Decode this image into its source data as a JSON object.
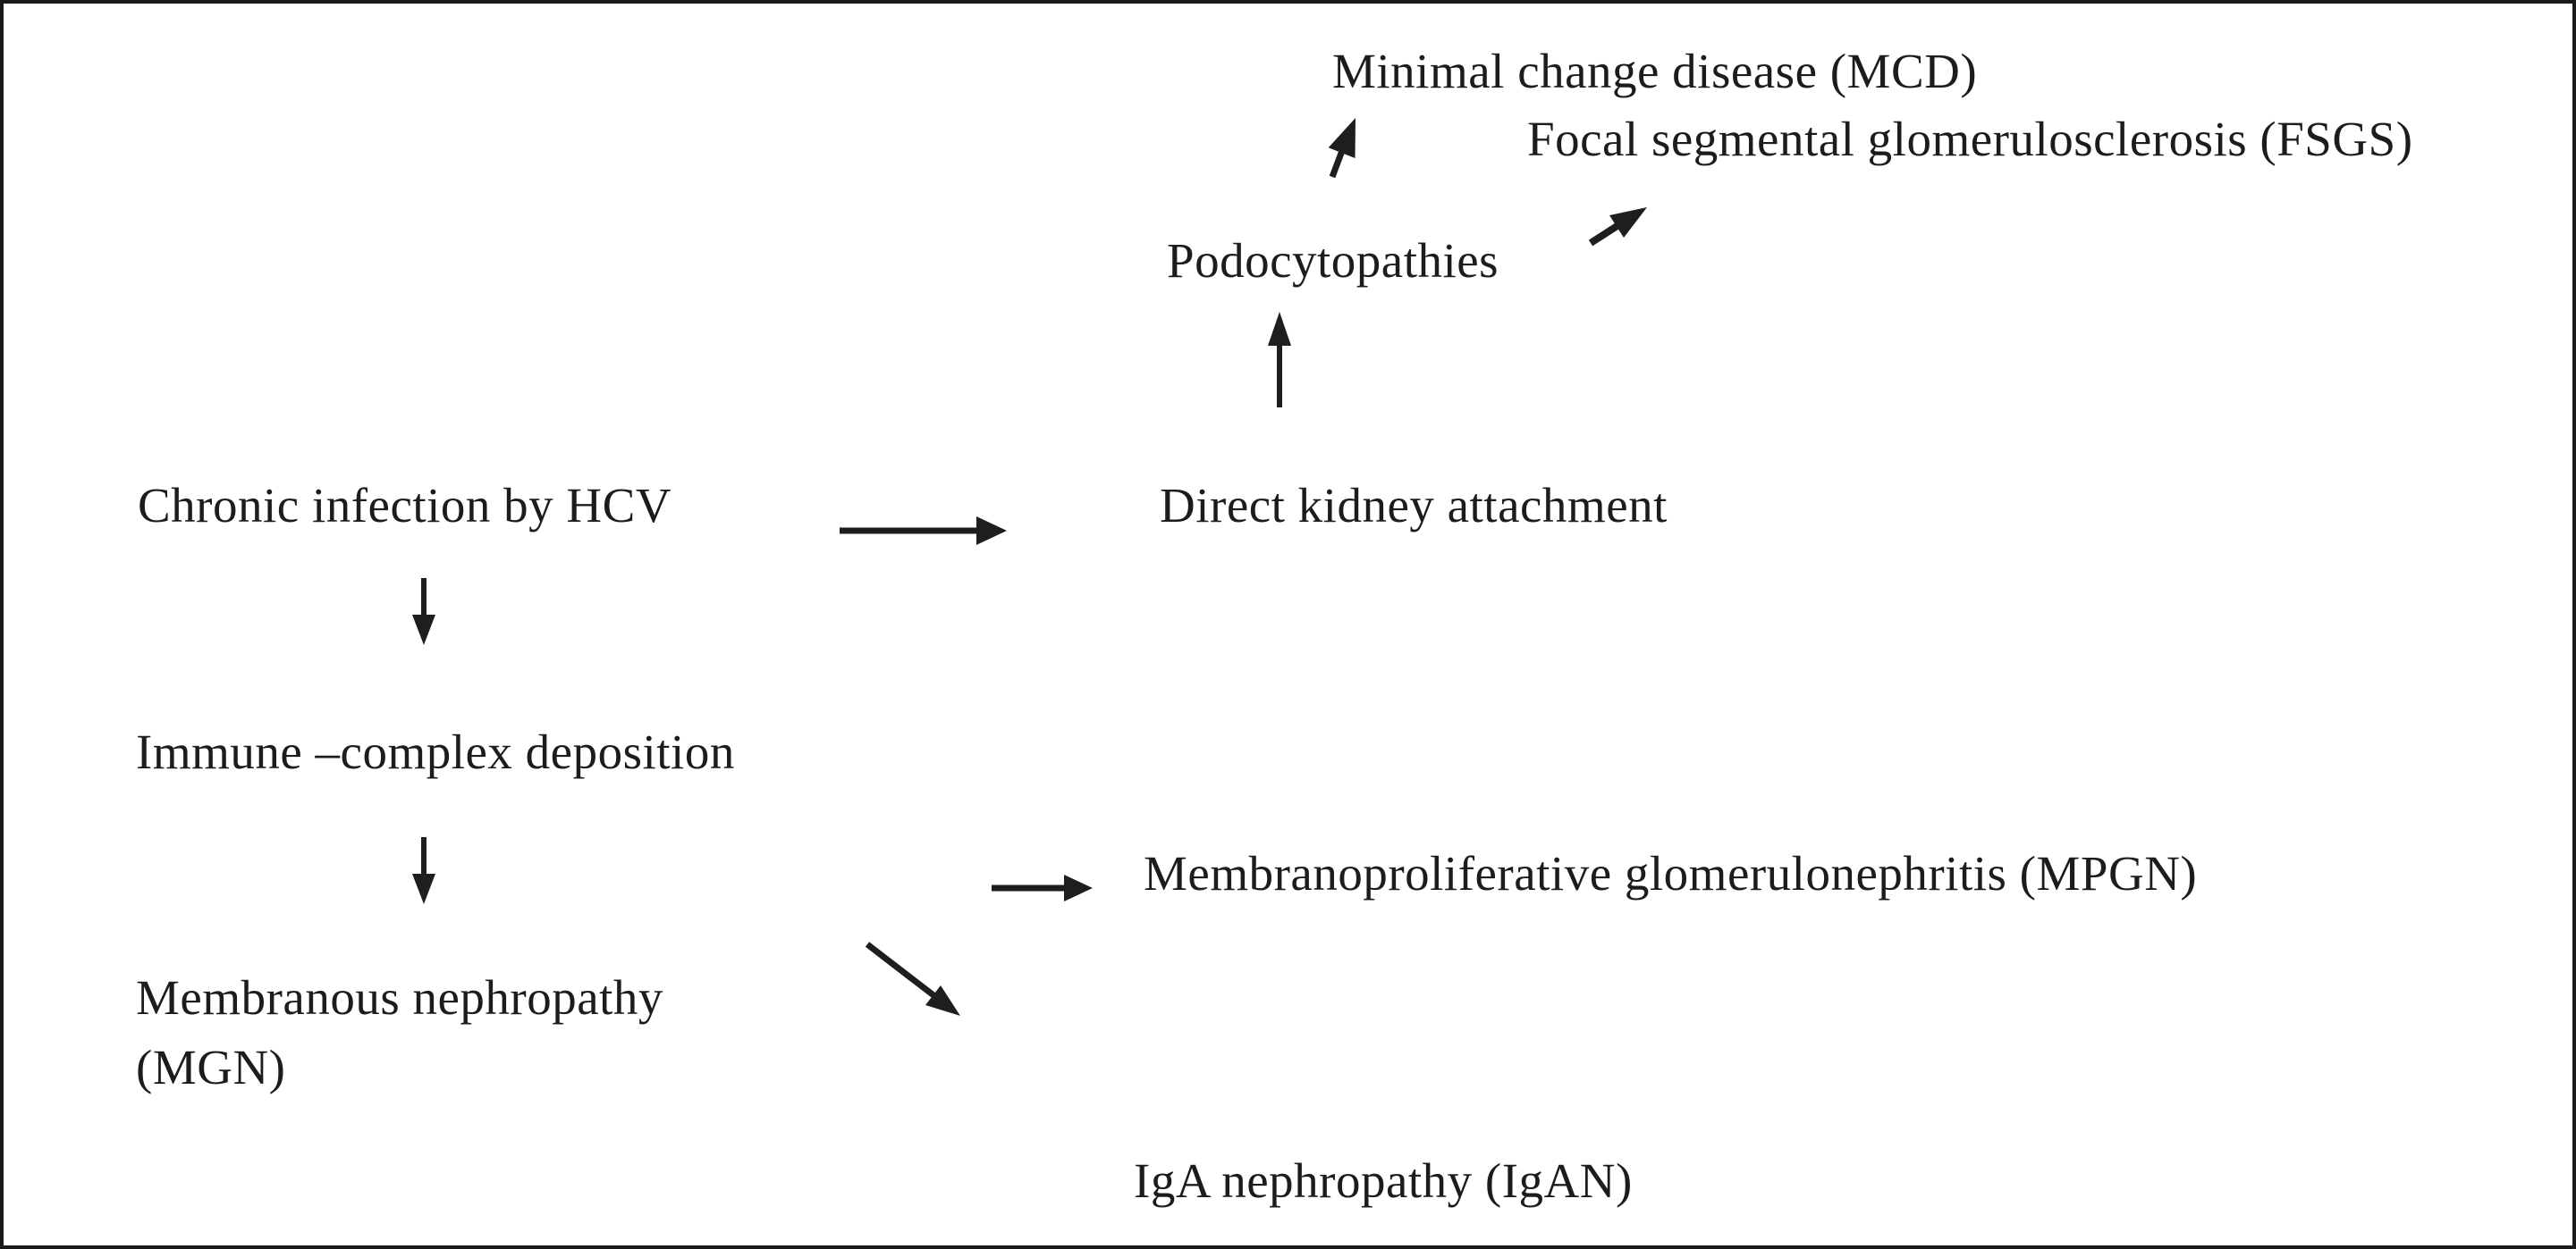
{
  "figure": {
    "background_color": "#ffffff",
    "border_color": "#1b1b1b",
    "text_color": "#1c1c1c",
    "arrow_color": "#1e1e1e"
  },
  "nodes": {
    "mcd": {
      "label": "Minimal change disease (MCD)"
    },
    "fsgs": {
      "label": "Focal segmental glomerulosclerosis (FSGS)"
    },
    "podocytopathies": {
      "label": "Podocytopathies"
    },
    "direct_attachment": {
      "label": "Direct kidney attachment"
    },
    "chronic_hcv": {
      "label": "Chronic infection by HCV"
    },
    "immune_complex": {
      "label": "Immune –complex deposition"
    },
    "mgn": {
      "line1": "Membranous nephropathy",
      "line2": "(MGN)"
    },
    "mpgn": {
      "label": "Membranoproliferative glomerulonephritis (MPGN)"
    },
    "igan": {
      "label": "IgA nephropathy (IgAN)"
    }
  },
  "edges": [
    {
      "from": "Podocytopathies",
      "to": "Minimal change disease (MCD)",
      "direction": "up"
    },
    {
      "from": "Podocytopathies",
      "to": "Focal segmental glomerulosclerosis (FSGS)",
      "direction": "up-right"
    },
    {
      "from": "Direct kidney attachment",
      "to": "Podocytopathies",
      "direction": "up"
    },
    {
      "from": "Chronic infection by HCV",
      "to": "Direct kidney attachment",
      "direction": "right"
    },
    {
      "from": "Chronic infection by HCV",
      "to": "Immune –complex deposition",
      "direction": "down"
    },
    {
      "from": "Immune –complex deposition",
      "to": "Membranous nephropathy (MGN)",
      "direction": "down"
    },
    {
      "from": "Membranous nephropathy (MGN)",
      "to": "Membranoproliferative glomerulonephritis (MPGN)",
      "direction": "right"
    },
    {
      "from": "Membranous nephropathy (MGN)",
      "to": "IgA nephropathy (IgAN)",
      "direction": "down-right"
    }
  ]
}
